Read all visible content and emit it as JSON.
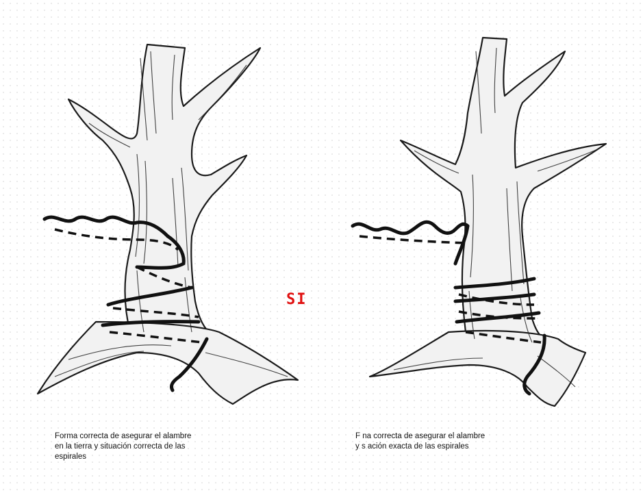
{
  "figure": {
    "center_label": "SI",
    "center_label_color": "#e01010",
    "caption_left": "Forma correcta de asegurar el alambre\nen la tierra  y situación correcta de las\nespirales",
    "caption_right": "F     na correcta de asegurar el alambre\ny s    ación exacta de las espirales"
  },
  "illustrations": [
    {
      "name": "tree-left",
      "depicts": "tree-trunk-with-wire-spirals-anchored-in-soil"
    },
    {
      "name": "tree-right",
      "depicts": "tree-trunk-with-wire-spirals-exact-placement"
    }
  ]
}
